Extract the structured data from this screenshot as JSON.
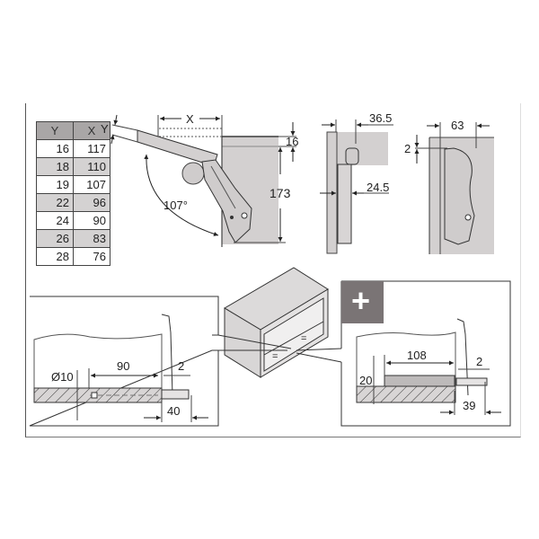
{
  "table": {
    "headers": [
      "Y",
      "X"
    ],
    "rows": [
      {
        "y": "16",
        "x": "117"
      },
      {
        "y": "18",
        "x": "110"
      },
      {
        "y": "19",
        "x": "107"
      },
      {
        "y": "22",
        "x": "96"
      },
      {
        "y": "24",
        "x": "90"
      },
      {
        "y": "26",
        "x": "83"
      },
      {
        "y": "28",
        "x": "76"
      }
    ]
  },
  "side_view": {
    "label_y": "Y",
    "label_x": "X",
    "angle": "107°",
    "dim_top": "16",
    "dim_height": "173"
  },
  "front_view": {
    "dim_top": "36.5",
    "dim_mid": "24.5"
  },
  "rear_view": {
    "dim_width": "63",
    "dim_offset": "2"
  },
  "bottom_left": {
    "dim_diameter": "Ø10",
    "dim_depth": "90",
    "dim_gap": "2",
    "dim_protrusion": "40"
  },
  "bottom_right": {
    "badge": "+",
    "dim_length": "108",
    "dim_height": "20",
    "dim_gap": "2",
    "dim_protrusion": "39"
  },
  "cabinet": {
    "equal_mark_1": "=",
    "equal_mark_2": "="
  },
  "colors": {
    "panel_gray": "#d3d0d0",
    "header_gray": "#a9a6a6",
    "badge_gray": "#7a7475",
    "line": "#333333"
  }
}
